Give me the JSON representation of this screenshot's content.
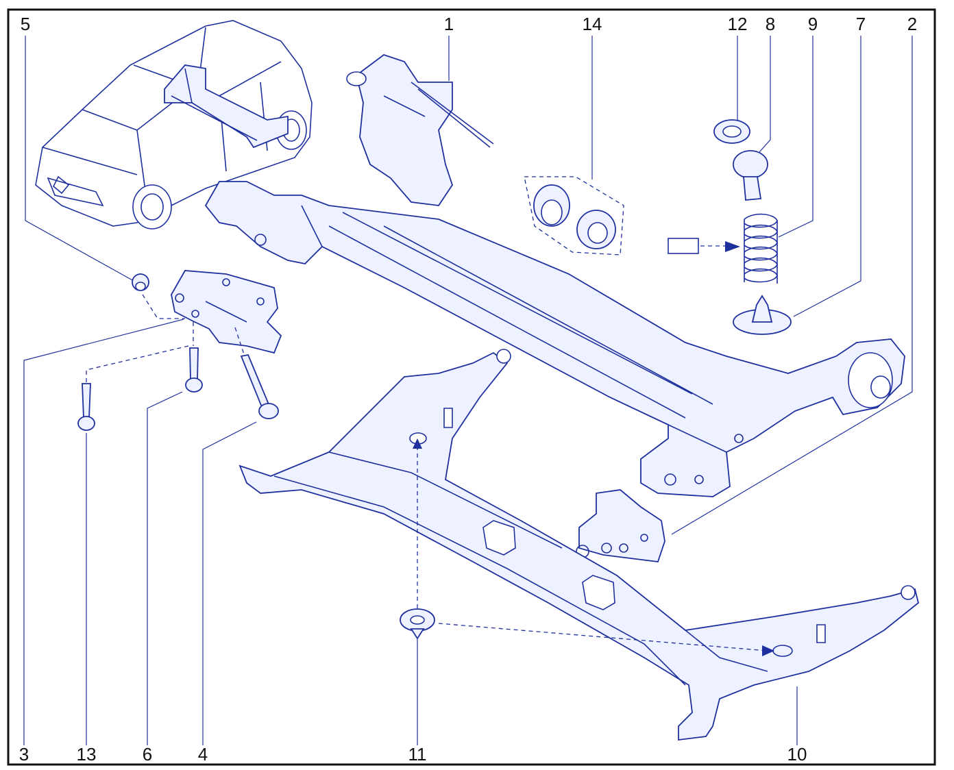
{
  "diagram": {
    "title": "",
    "colors": {
      "line": "#1e2f9e",
      "frame": "#111111",
      "background": "#ffffff"
    },
    "callouts": {
      "top": [
        {
          "id": "5",
          "label": "5"
        },
        {
          "id": "1",
          "label": "1"
        },
        {
          "id": "14",
          "label": "14"
        },
        {
          "id": "12",
          "label": "12"
        },
        {
          "id": "8",
          "label": "8"
        },
        {
          "id": "9",
          "label": "9"
        },
        {
          "id": "7",
          "label": "7"
        },
        {
          "id": "2",
          "label": "2"
        }
      ],
      "bottom": [
        {
          "id": "3",
          "label": "3"
        },
        {
          "id": "13",
          "label": "13"
        },
        {
          "id": "6",
          "label": "6"
        },
        {
          "id": "4",
          "label": "4"
        },
        {
          "id": "11",
          "label": "11"
        },
        {
          "id": "10",
          "label": "10"
        }
      ]
    }
  }
}
